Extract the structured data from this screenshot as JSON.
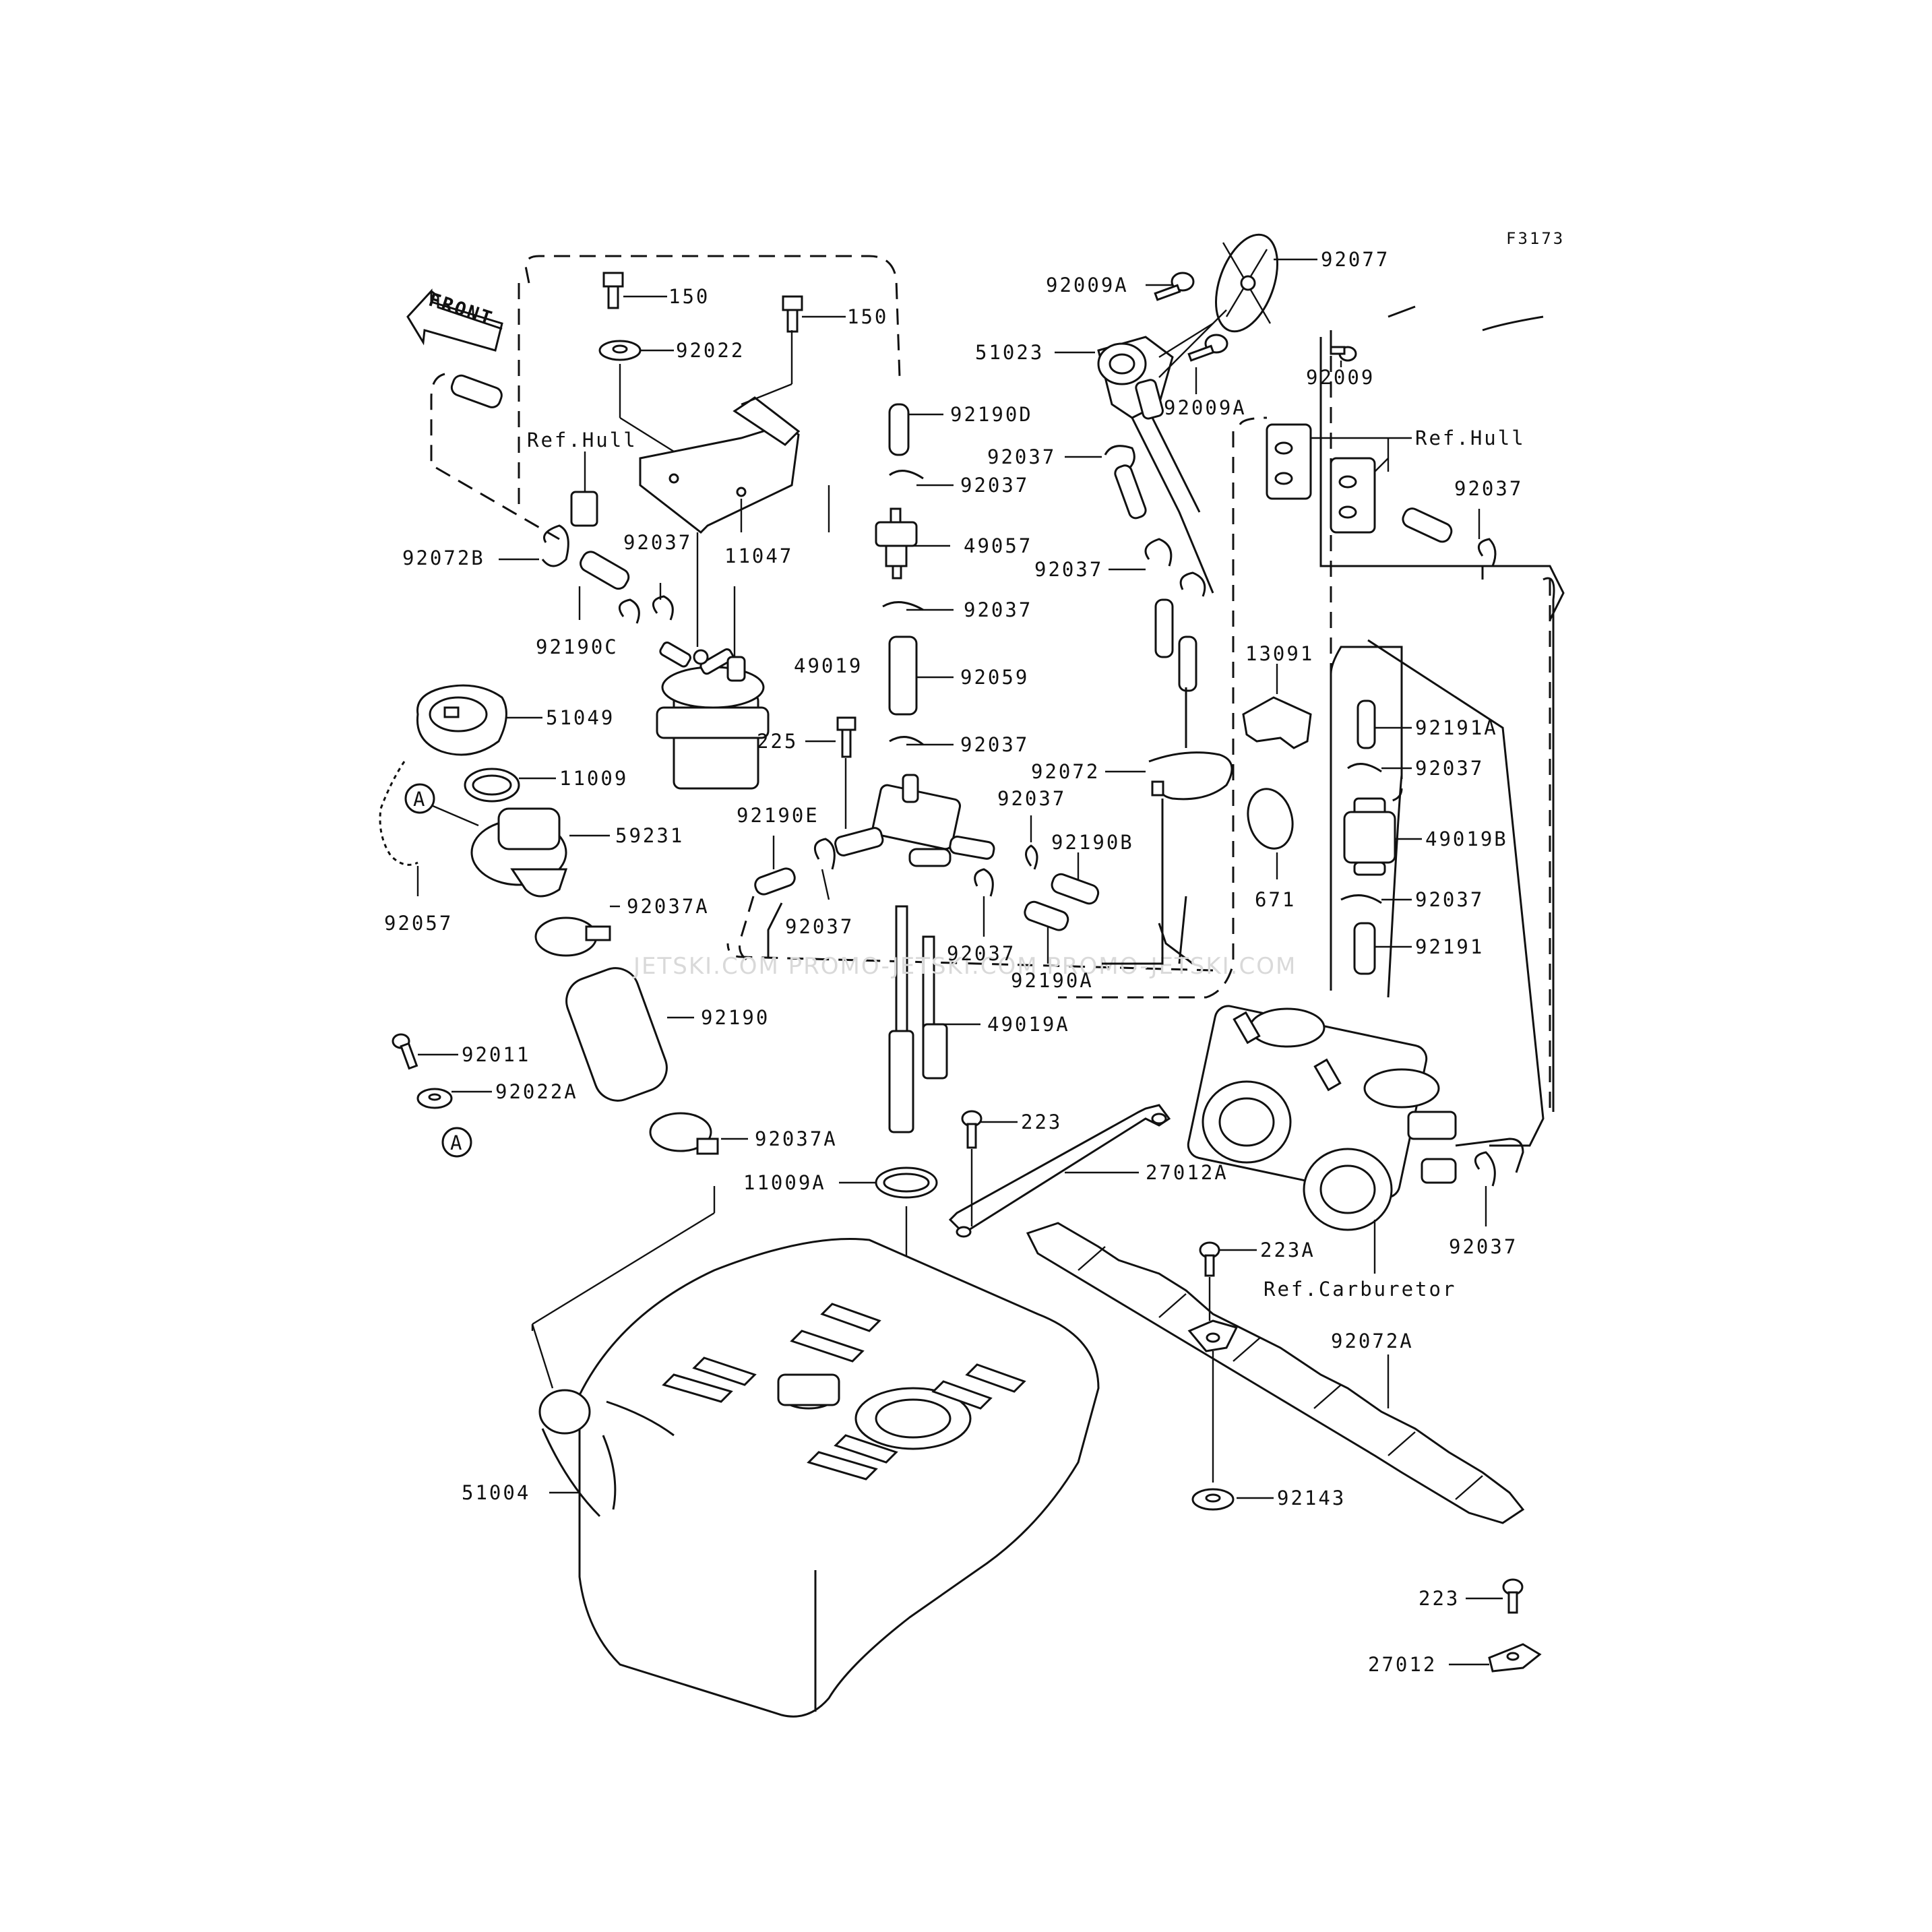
{
  "figure_code": "F3173",
  "direction_label": "FRONT",
  "watermark": "JETSKI.COM  PROMO-JETSKI.COM  PROMO-JETSKI.COM",
  "part_labels": {
    "p150a": "150",
    "p150b": "150",
    "p92022": "92022",
    "p92190D": "92190D",
    "p92037_1": "92037",
    "p49057": "49057",
    "p92037_2": "92037",
    "p11047": "11047",
    "p92037_3": "92037",
    "p92072B": "92072B",
    "p92190C": "92190C",
    "p49019": "49019",
    "p51049": "51049",
    "p11009": "11009",
    "p59231": "59231",
    "p92057": "92057",
    "p92037A_1": "92037A",
    "p92190": "92190",
    "p92011": "92011",
    "p92022A": "92022A",
    "p92037A_2": "92037A",
    "p11009A": "11009A",
    "p51004": "51004",
    "p92059": "92059",
    "p225": "225",
    "p92037_4": "92037",
    "p92190E": "92190E",
    "p92037_5": "92037",
    "p92037_6": "92037",
    "p92037_7": "92037",
    "p92190A": "92190A",
    "p49019A": "49019A",
    "p223_1": "223",
    "p27012A": "27012A",
    "p92009A_1": "92009A",
    "p92077": "92077",
    "p51023": "51023",
    "p92009": "92009",
    "p92009A_2": "92009A",
    "p92037_8": "92037",
    "p92037_9": "92037",
    "p92072": "92072",
    "p92190B": "92190B",
    "p13091": "13091",
    "p671": "671",
    "p92037_10": "92037",
    "p92191A": "92191A",
    "p92037_11": "92037",
    "p49019B": "49019B",
    "p92037_12": "92037",
    "p92191": "92191",
    "p92037_13": "92037",
    "p223A": "223A",
    "p92072A": "92072A",
    "p92143": "92143",
    "p223_2": "223",
    "p27012": "27012"
  },
  "reference_labels": {
    "ref_hull_left": "Ref.Hull",
    "ref_hull_right": "Ref.Hull",
    "ref_carburetor": "Ref.Carburetor"
  },
  "callouts": {
    "a_top": "A",
    "a_bottom": "A"
  }
}
